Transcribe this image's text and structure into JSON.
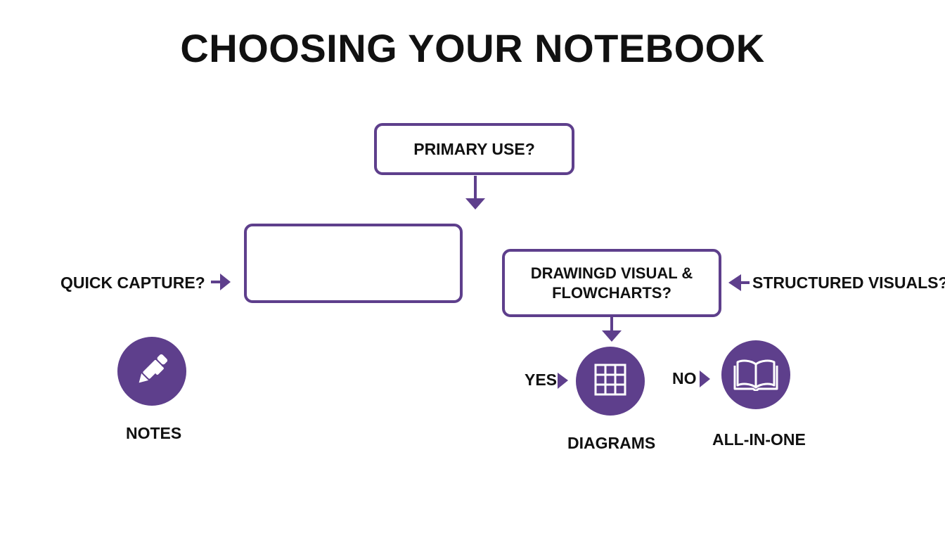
{
  "title": "CHOOSING YOUR NOTEBOOK",
  "colors": {
    "accent": "#5e3f8c",
    "text": "#111111",
    "background": "#ffffff"
  },
  "nodes": {
    "primary": "PRIMARY USE?",
    "empty_box": "",
    "drawing_line1": "DRAWINGD VISUAL &",
    "drawing_line2": "FLOWCHARTS?"
  },
  "branches": {
    "quick_capture": "QUICK CAPTURE?",
    "structured": "STRUCTURED VISUALS?",
    "yes": "YES",
    "no": "NO"
  },
  "outcomes": [
    {
      "label": "NOTES",
      "icon": "pen-icon"
    },
    {
      "label": "DIAGRAMS",
      "icon": "grid-icon"
    },
    {
      "label": "ALL-IN-ONE",
      "icon": "open-book-icon"
    }
  ]
}
